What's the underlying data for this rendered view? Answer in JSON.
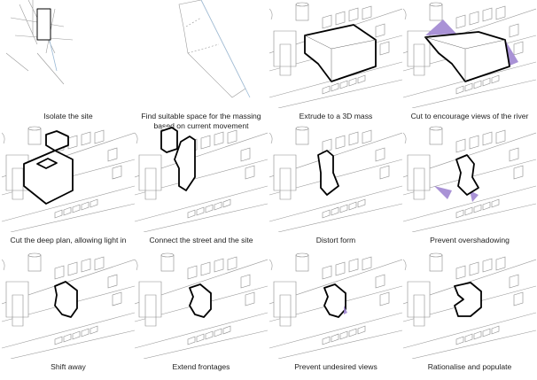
{
  "steps": [
    {
      "caption": "Isolate the site"
    },
    {
      "caption": "Find suitable space for the massing based on current movement"
    },
    {
      "caption": "Extrude to a 3D mass"
    },
    {
      "caption": "Cut to encourage views of the river"
    },
    {
      "caption": "Cut the deep plan, allowing light in"
    },
    {
      "caption": "Connect the street and the site"
    },
    {
      "caption": "Distort form"
    },
    {
      "caption": "Prevent overshadowing"
    },
    {
      "caption": "Shift away"
    },
    {
      "caption": "Extend frontages"
    },
    {
      "caption": "Prevent undesired views"
    },
    {
      "caption": "Rationalise and populate"
    }
  ],
  "colors": {
    "accent": "#9a7fcf",
    "mass": "#000000",
    "context": "#8a8a8a"
  }
}
